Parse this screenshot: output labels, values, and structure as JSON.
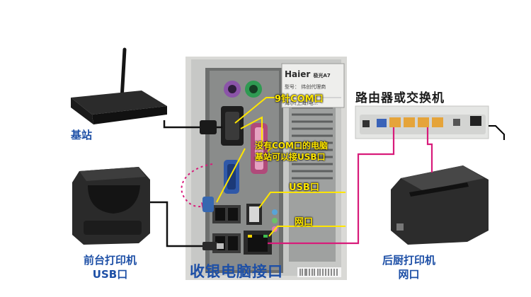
{
  "pc": {
    "title": "收银电脑接口",
    "brand": "Haier",
    "brand_model": "极光A7",
    "sticker_line1": "型号：  纬创代理商",
    "sticker_line2": "海尔(上海)电..."
  },
  "callouts": {
    "com_port": "9针COM口",
    "no_com_note_line1": "没有COM口的电脑",
    "no_com_note_line2": "基站可以接USB口",
    "usb_port": "USB口",
    "network_port": "网口"
  },
  "devices": {
    "base_station": "基站",
    "front_printer_line1": "前台打印机",
    "front_printer_line2": "USB口",
    "router": "路由器或交换机",
    "kitchen_printer_line1": "后厨打印机",
    "kitchen_printer_line2": "网口"
  },
  "colors": {
    "blue_label": "#1d4fa6",
    "yellow_label": "#ffe600",
    "pink_cable": "#d81b7a",
    "black_cable": "#111111",
    "yellow_line": "#ffe600"
  }
}
